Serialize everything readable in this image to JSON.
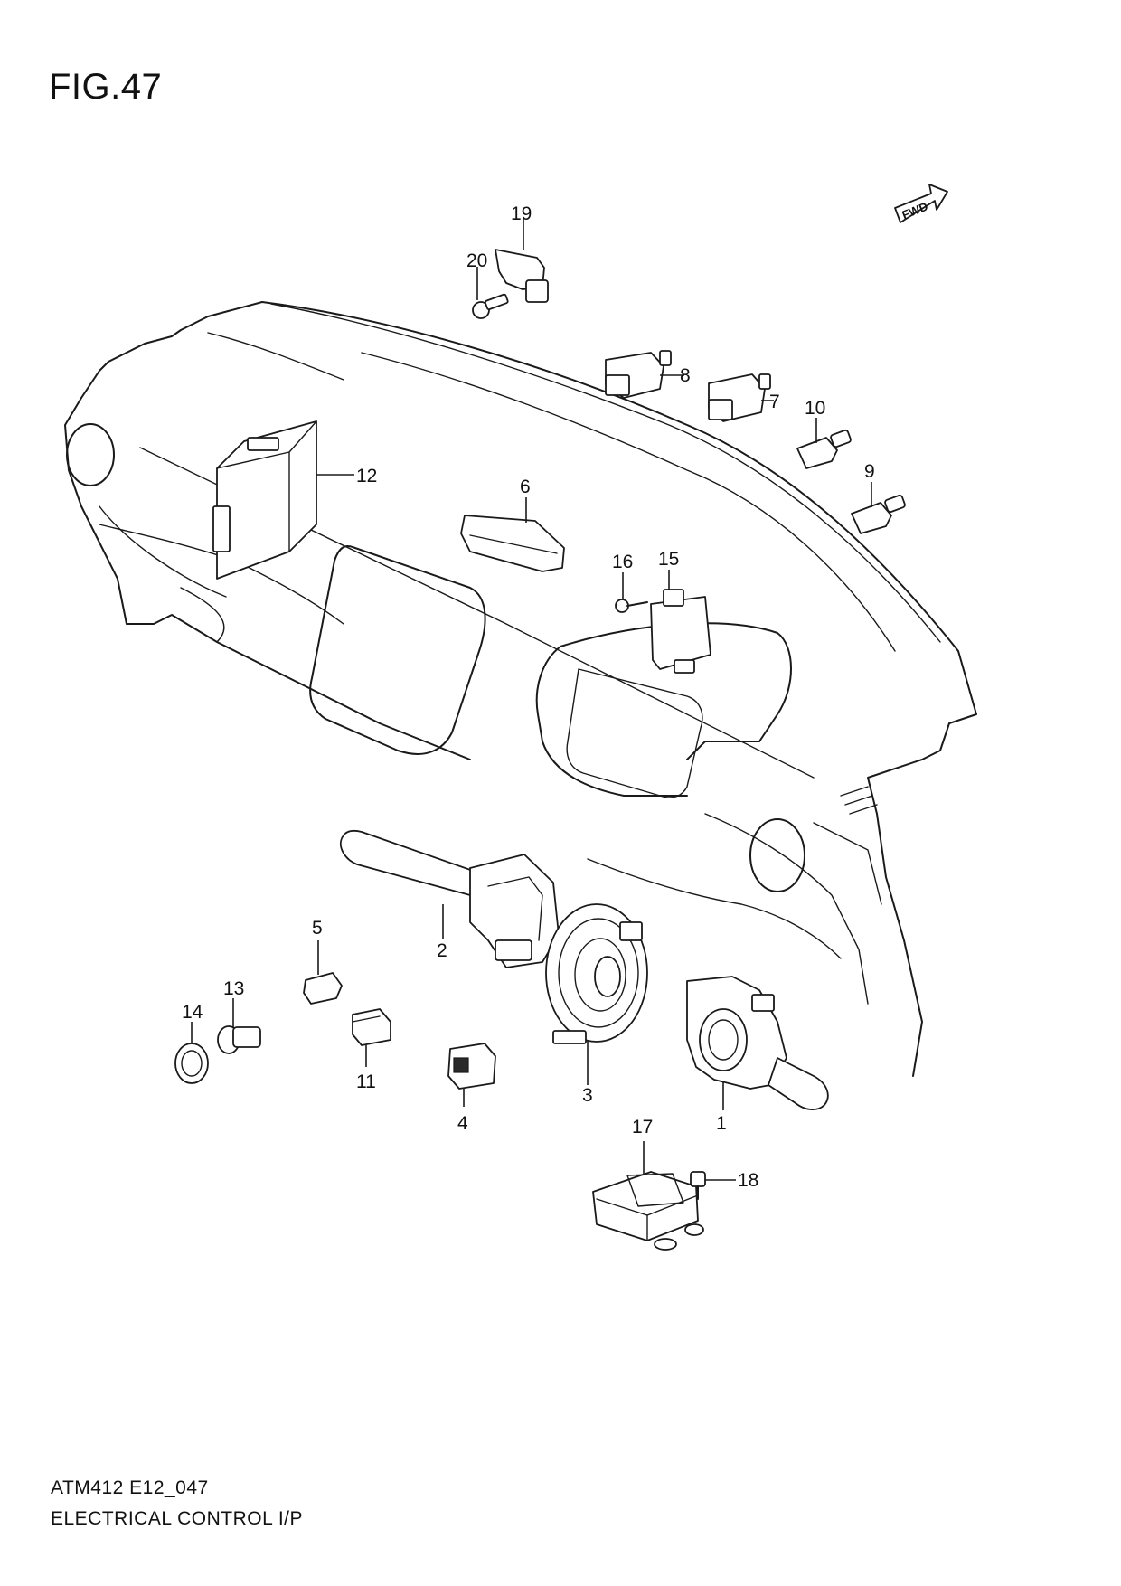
{
  "figure_title": "FIG.47",
  "fwd_label": "FWD",
  "footer": {
    "code": "ATM412 E12_047",
    "description": "ELECTRICAL CONTROL I/P"
  },
  "callouts": {
    "n1": "1",
    "n2": "2",
    "n3": "3",
    "n4": "4",
    "n5": "5",
    "n6": "6",
    "n7": "7",
    "n8": "8",
    "n9": "9",
    "n10": "10",
    "n11": "11",
    "n12": "12",
    "n13": "13",
    "n14": "14",
    "n15": "15",
    "n16": "16",
    "n17": "17",
    "n18": "18",
    "n19": "19",
    "n20": "20"
  }
}
